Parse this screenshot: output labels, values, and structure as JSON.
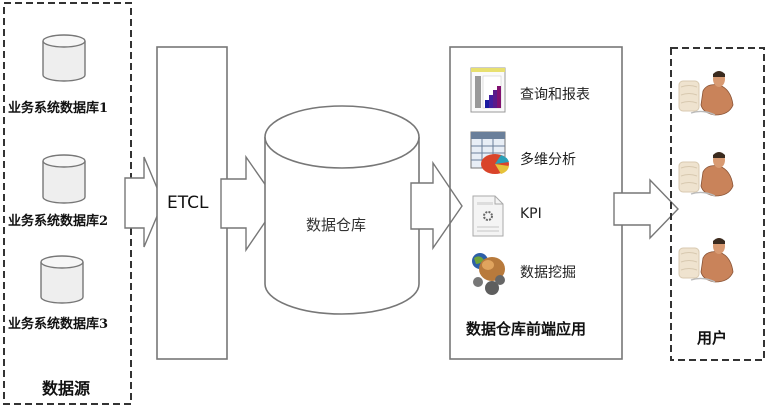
{
  "diagram": {
    "data_sources": {
      "title": "数据源",
      "databases": [
        {
          "label": "业务系统数据库1"
        },
        {
          "label": "业务系统数据库2"
        },
        {
          "label": "业务系统数据库3"
        }
      ]
    },
    "etcl": {
      "label": "ETCL"
    },
    "warehouse": {
      "label": "数据仓库"
    },
    "frontend": {
      "title": "数据仓库前端应用",
      "items": [
        {
          "label": "查询和报表",
          "icon": "report-chart-icon"
        },
        {
          "label": "多维分析",
          "icon": "pivot-table-pie-icon"
        },
        {
          "label": "KPI",
          "icon": "kpi-document-icon"
        },
        {
          "label": "数据挖掘",
          "icon": "data-mining-icon"
        }
      ]
    },
    "users": {
      "title": "用户",
      "count": 3
    },
    "colors": {
      "stroke": "#6b6b6b",
      "dashed": "#333333",
      "cylinder_fill": "#eeeeee",
      "person_skin": "#c9835a",
      "monitor": "#efe3cf"
    }
  }
}
